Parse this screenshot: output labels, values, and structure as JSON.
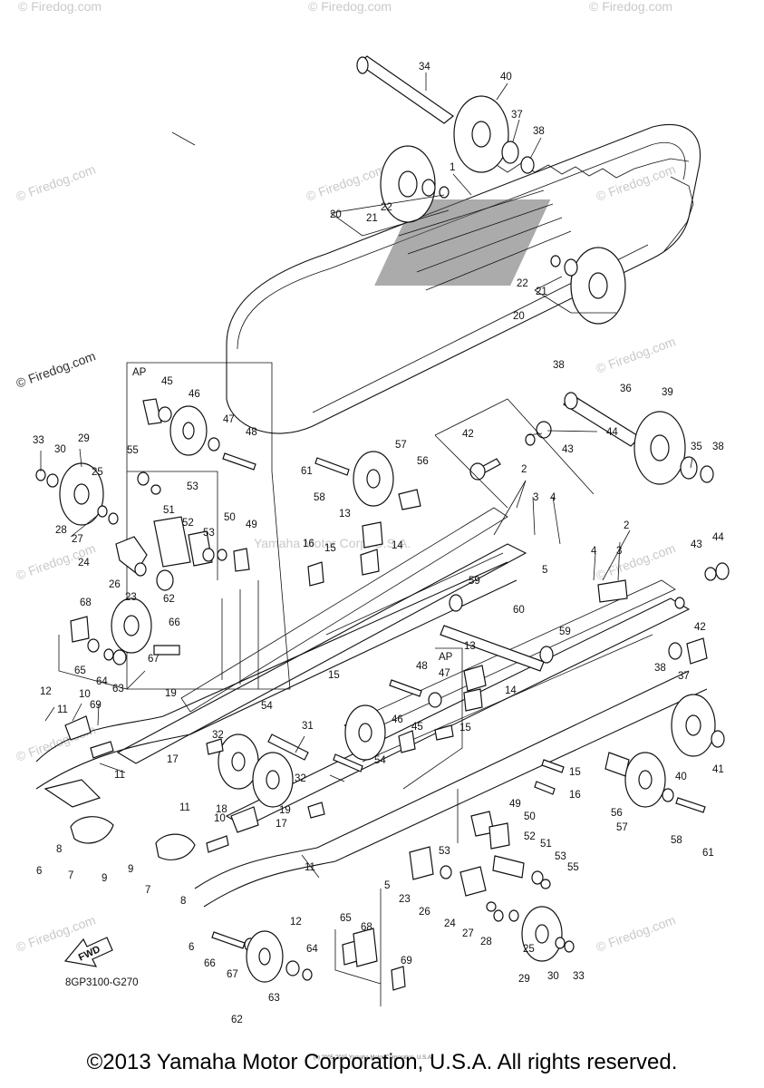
{
  "diagram": {
    "code": "8GP3100-G270",
    "fwd_label": "FWD",
    "ap_labels": [
      "AP",
      "AP"
    ],
    "watermark": "© Firedog.com",
    "center_watermark": "Yamaha Motor Corp, U.S.A.",
    "fine_print": "(c) 2005-2015 Yamaha Motor Corporation, U.S.A.",
    "part_numbers": [
      "1",
      "2",
      "3",
      "4",
      "5",
      "6",
      "7",
      "8",
      "9",
      "10",
      "11",
      "12",
      "13",
      "14",
      "15",
      "16",
      "17",
      "18",
      "19",
      "20",
      "21",
      "22",
      "23",
      "24",
      "25",
      "26",
      "27",
      "28",
      "29",
      "30",
      "31",
      "32",
      "33",
      "34",
      "35",
      "36",
      "37",
      "38",
      "39",
      "40",
      "41",
      "42",
      "43",
      "44",
      "45",
      "46",
      "47",
      "48",
      "49",
      "50",
      "51",
      "52",
      "53",
      "54",
      "55",
      "56",
      "57",
      "58",
      "59",
      "60",
      "61",
      "62",
      "63",
      "64",
      "65",
      "66",
      "67",
      "68",
      "69"
    ]
  },
  "footer": {
    "copyright": "©2013 Yamaha Motor Corporation, U.S.A. All rights reserved."
  }
}
